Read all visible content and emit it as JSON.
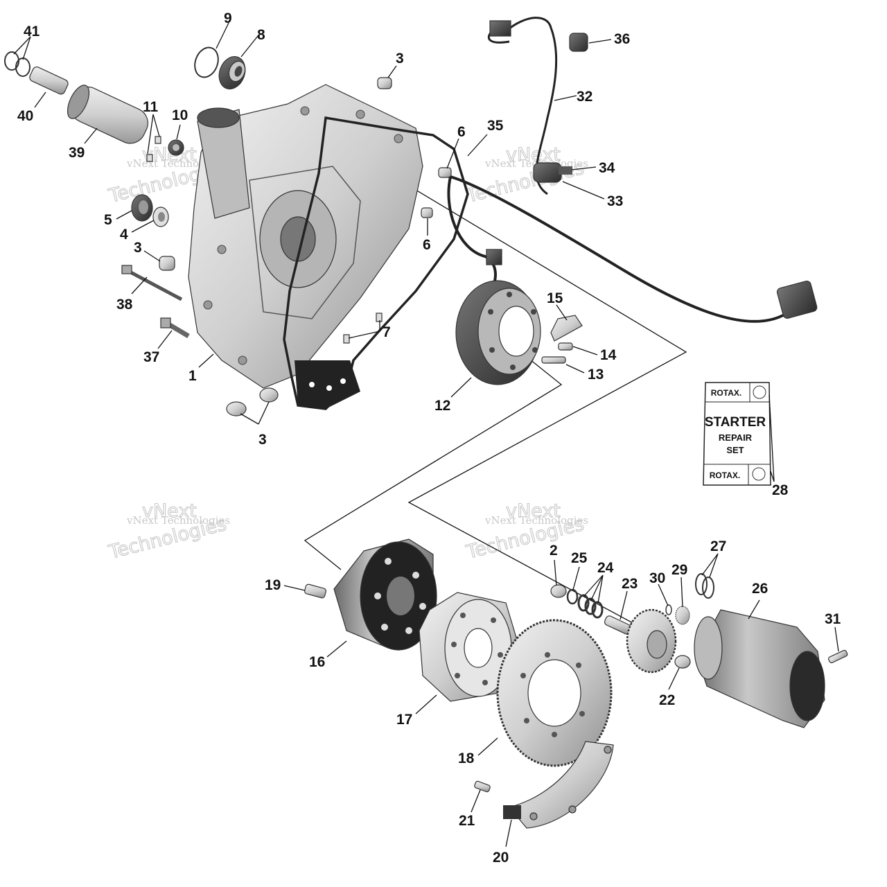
{
  "diagram": {
    "callouts": [
      "41",
      "40",
      "39",
      "9",
      "8",
      "3",
      "11",
      "10",
      "5",
      "4",
      "3",
      "38",
      "37",
      "1",
      "3",
      "6",
      "35",
      "6",
      "32",
      "36",
      "34",
      "33",
      "7",
      "15",
      "14",
      "13",
      "12",
      "28",
      "2",
      "25",
      "24",
      "23",
      "30",
      "29",
      "27",
      "26",
      "31",
      "22",
      "19",
      "16",
      "17",
      "18",
      "21",
      "20"
    ],
    "watermark": {
      "line1": "vNext Technologies",
      "line2": "vNext",
      "line3": "Technologies"
    },
    "starter_repair_set": {
      "brand": "ROTAX.",
      "title": "STARTER",
      "line2": "REPAIR",
      "line3": "SET"
    },
    "colors": {
      "part_fill": "#d9d9d9",
      "part_dark": "#4a4a4a",
      "gasket": "#2a2a2a",
      "leader": "#111111"
    }
  }
}
